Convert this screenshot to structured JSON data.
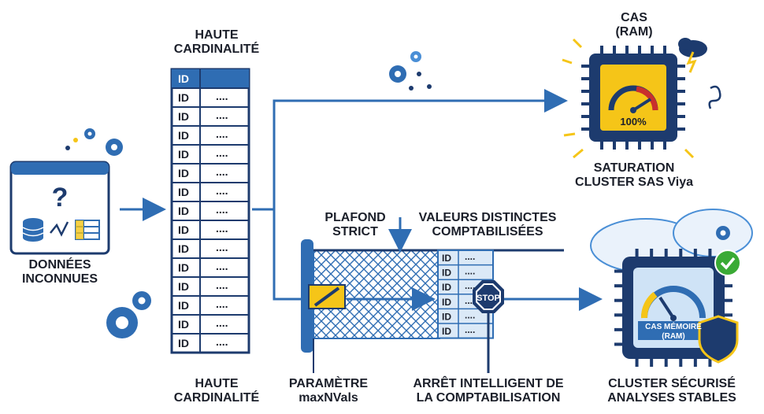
{
  "source": {
    "label_lines": [
      "DONNÉES",
      "INCONNUES"
    ],
    "icon": "question-mark-icon"
  },
  "table": {
    "top_label_lines": [
      "HAUTE",
      "CARDINALITÉ"
    ],
    "bottom_label_lines": [
      "HAUTE",
      "CARDINALITÉ"
    ],
    "header": "ID",
    "row_id": "ID",
    "row_value": "....",
    "row_count": 14
  },
  "cas": {
    "top_label_lines": [
      "CAS",
      "(RAM)"
    ],
    "gauge_value": "100%",
    "bottom_label_lines": [
      "SATURATION",
      "CLUSTER SAS Viya"
    ]
  },
  "limiter": {
    "plafond_lines": [
      "PLAFOND",
      "STRICT"
    ],
    "valeurs_lines": [
      "VALEURS DISTINCTES",
      "COMPTABILISÉES"
    ],
    "param_lines": [
      "PARAMÈTRE",
      "maxNVals"
    ],
    "arret_lines": [
      "ARRÊT INTELLIGENT DE",
      "LA COMPTABILISATION"
    ],
    "stop_text": "STOP",
    "mini_row_id": "ID",
    "mini_row_value": "....",
    "mini_row_count": 6
  },
  "secure": {
    "gauge_lines": [
      "CAS MÉMOIRE",
      "(RAM)"
    ],
    "bottom_label_lines": [
      "CLUSTER SÉCURISÉ",
      "ANALYSES STABLES"
    ]
  },
  "colors": {
    "navy": "#1d3b6e",
    "blue": "#2f6db3",
    "light_blue": "#dbe9f7",
    "yellow": "#f5c518",
    "red": "#c9302c",
    "green": "#3aaa35",
    "ink": "#1b1f2a"
  }
}
